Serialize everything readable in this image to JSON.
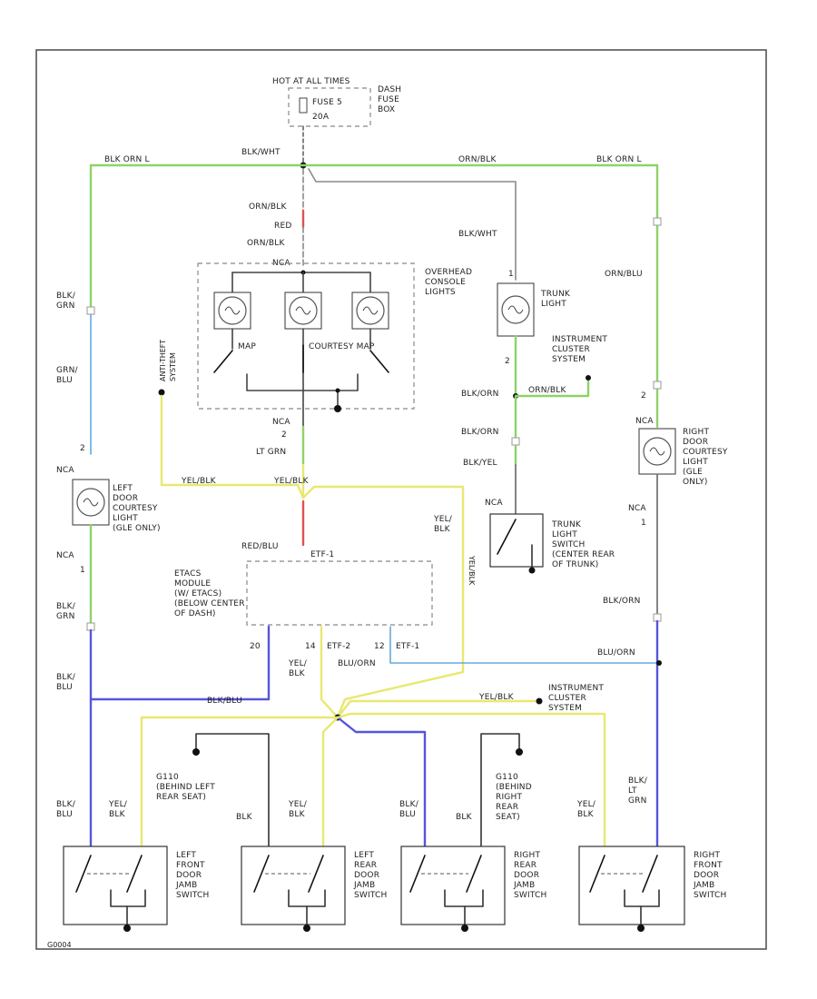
{
  "colors": {
    "grn": "#8fd26a",
    "gray": "#8a8a8a",
    "red": "#e05050",
    "yel": "#e8e870",
    "blu": "#5555dd",
    "lblu": "#66aadd",
    "frame": "#555555"
  },
  "footer_code": "G0004",
  "labels": {
    "hot_at_all_times": "HOT AT ALL TIMES",
    "fuse": "FUSE 5",
    "fuse_amp": "20A",
    "dash_fuse_box": "DASH\nFUSE\nBOX",
    "top_blk_wht": "BLK/WHT",
    "top_left_blk_orn": "BLK ORN L",
    "top_org_blk": "ORN/BLK",
    "top_right_blk_orn": "BLK ORN L",
    "org_blk_1": "ORN/BLK",
    "red_1": "RED",
    "org_blk_2": "ORN/BLK",
    "nca_top": "NCA",
    "overhead_console": "OVERHEAD\nCONSOLE\nLIGHTS",
    "map": "MAP",
    "courtesy_map": "COURTESY MAP",
    "anti_theft": "ANTI-THEFT\nSYSTEM",
    "blk_wht_2": "BLK/WHT",
    "trunk_light": "TRUNK\nLIGHT",
    "instrument_cluster_top": "INSTRUMENT\nCLUSTER\nSYSTEM",
    "blk_orn_1": "BLK/ORN",
    "orn_blk_ic": "ORN/BLK",
    "blk_orn_2": "BLK/ORN",
    "blk_yel": "BLK/YEL",
    "trunk_switch": "TRUNK\nLIGHT\nSWITCH\n(CENTER REAR\nOF TRUNK)",
    "nca_trunk": "NCA",
    "org_blu_right": "ORN/BLU",
    "right_door_courtesy": "RIGHT\nDOOR\nCOURTESY\nLIGHT\n(GLE\nONLY)",
    "nca_right_1": "NCA",
    "nca_right_2": "NCA",
    "blk_grn_left": "BLK/\nGRN",
    "grn_blu_left": "GRN/\nBLU",
    "nca_left_1": "NCA",
    "left_door_courtesy": "LEFT\nDOOR\nCOURTESY\nLIGHT\n(GLE ONLY)",
    "nca_left_2": "NCA",
    "blk_grn_left2": "BLK/\nGRN",
    "nca_center": "NCA",
    "lt_grn": "LT GRN",
    "yel_blk_1": "YEL/BLK",
    "yel_blk_2": "YEL/BLK",
    "red_blu": "RED/BLU",
    "etacs_pin": "ETF-1",
    "etacs_module": "ETACS\nMODULE\n(W/ ETACS)\n(BELOW CENTER\nOF DASH)",
    "yel_blk_right": "YEL/\nBLK",
    "yel_blk_vert": "YEL/BLK",
    "blk_orn_right": "BLK/ORN",
    "pin_20": "20",
    "pin_14": "14",
    "pin_etf2": "ETF-2",
    "pin_12": "12",
    "pin_etf1": "ETF-1",
    "blk_blu_left": "BLK/\nBLU",
    "yel_blk_mid": "YEL/\nBLK",
    "blu_orn": "BLU/ORN",
    "blu_orn_right": "BLU/ORN",
    "blk_blu_h": "BLK/BLU",
    "yel_blk_ic": "YEL/BLK",
    "instrument_cluster_bot": "INSTRUMENT\nCLUSTER\nSYSTEM",
    "g110_left": "G110\n(BEHIND LEFT\nREAR SEAT)",
    "g110_right": "G110\n(BEHIND\nRIGHT\nREAR\nSEAT)",
    "sw1_a": "BLK/\nBLU",
    "sw1_b": "YEL/\nBLK",
    "sw2_a": "BLK",
    "sw2_b": "YEL/\nBLK",
    "sw3_a": "BLK/\nBLU",
    "sw3_b": "BLK",
    "sw4_a": "YEL/\nBLK",
    "sw4_b": "BLK/\nLT\nGRN",
    "left_front_switch": "LEFT\nFRONT\nDOOR\nJAMB\nSWITCH",
    "left_rear_switch": "LEFT\nREAR\nDOOR\nJAMB\nSWITCH",
    "right_rear_switch": "RIGHT\nREAR\nDOOR\nJAMB\nSWITCH",
    "right_front_switch": "RIGHT\nFRONT\nDOOR\nJAMB\nSWITCH",
    "num_2_left": "2",
    "num_1_left": "1",
    "num_2_right": "2",
    "num_1_right": "1",
    "num_2_trunk": "2",
    "num_1_trunk": "1",
    "num_2_center": "2"
  }
}
